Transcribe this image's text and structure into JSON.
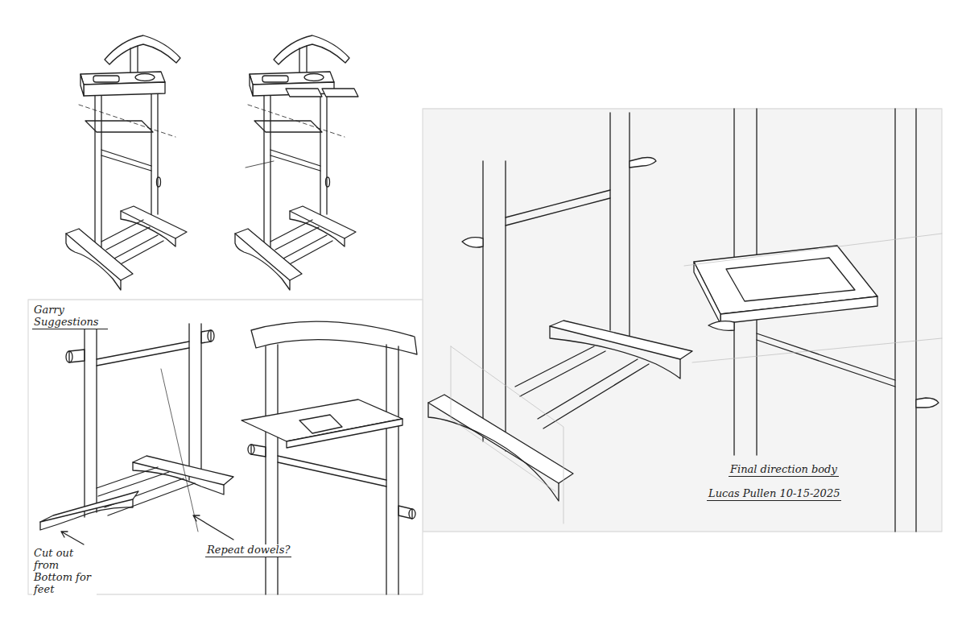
{
  "diagram": {
    "labels": [
      "Garry Suggestions",
      "Cut out from Bottom for feet",
      "Repeat dowels?",
      "Final direction body",
      "Lucas Pullen 10-15-2025"
    ]
  }
}
